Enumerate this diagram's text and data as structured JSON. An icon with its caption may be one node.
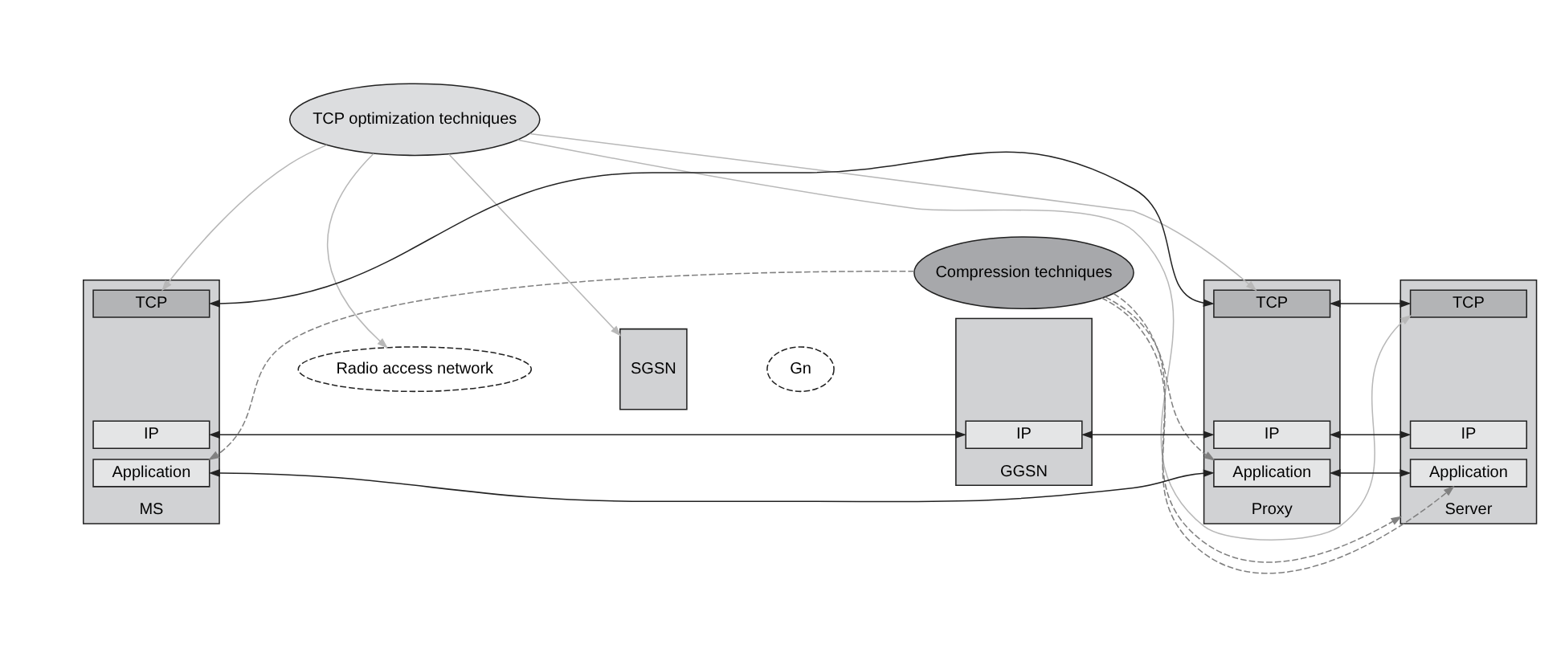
{
  "diagram": {
    "nodes": [
      {
        "text": [
          "TCP optimization techniques"
        ]
      },
      {
        "text": [
          "Compression techniques"
        ]
      },
      {
        "text": [
          "MS"
        ]
      },
      {
        "text": [
          "Application"
        ],
        "in": 2
      },
      {
        "text": [
          "TCP"
        ],
        "in": 2
      },
      {
        "text": [
          "IP"
        ],
        "in": 2
      },
      {
        "text": [
          "Radio access network"
        ]
      },
      {
        "text": [
          "SGSN"
        ]
      },
      {
        "text": [
          "Gn"
        ]
      },
      {
        "text": [
          "GGSN"
        ]
      },
      {
        "text": [
          "IP"
        ],
        "in": 9
      },
      {
        "text": [
          "Proxy"
        ]
      },
      {
        "text": [
          "Application"
        ],
        "in": 11
      },
      {
        "text": [
          "TCP"
        ],
        "in": 11
      },
      {
        "text": [
          "IP"
        ],
        "in": 11
      },
      {
        "text": [
          "Server"
        ]
      },
      {
        "text": [
          "Application"
        ],
        "in": 15
      },
      {
        "text": [
          "TCP"
        ],
        "in": 15
      },
      {
        "text": [
          "IP"
        ],
        "in": 15
      }
    ],
    "edges": [
      {
        "from": 0,
        "to": 4,
        "arrow": "to",
        "color": "#b8b8b8"
      },
      {
        "from": 0,
        "to": 6,
        "arrow": "to",
        "color": "#b8b8b8"
      },
      {
        "from": 0,
        "to": 7,
        "arrow": "to",
        "color": "#b8b8b8"
      },
      {
        "from": 0,
        "to": 13,
        "arrow": "to",
        "color": "#b8b8b8"
      },
      {
        "from": 0,
        "to": 17,
        "arrow": "to",
        "color": "#b8b8b8"
      },
      {
        "from": 1,
        "to": 3,
        "arrow": "to",
        "style": "dashed",
        "color": "#808080"
      },
      {
        "from": 1,
        "to": 12,
        "arrow": "to",
        "style": "dashed",
        "color": "#808080"
      },
      {
        "from": 1,
        "to": 16,
        "arrow": "to",
        "style": "dashed",
        "color": "#808080"
      },
      {
        "from": 1,
        "to": 15,
        "arrow": "to",
        "style": "dashed",
        "color": "#808080"
      },
      {
        "from": 3,
        "to": 12,
        "arrow": "both"
      },
      {
        "from": 4,
        "to": 13,
        "arrow": "both"
      },
      {
        "from": 5,
        "to": 10,
        "arrow": "both"
      },
      {
        "from": 10,
        "to": 14,
        "arrow": "both"
      },
      {
        "from": 12,
        "to": 16,
        "arrow": "both"
      },
      {
        "from": 13,
        "to": 17,
        "arrow": "both"
      },
      {
        "from": 14,
        "to": 18,
        "arrow": "both"
      }
    ]
  }
}
